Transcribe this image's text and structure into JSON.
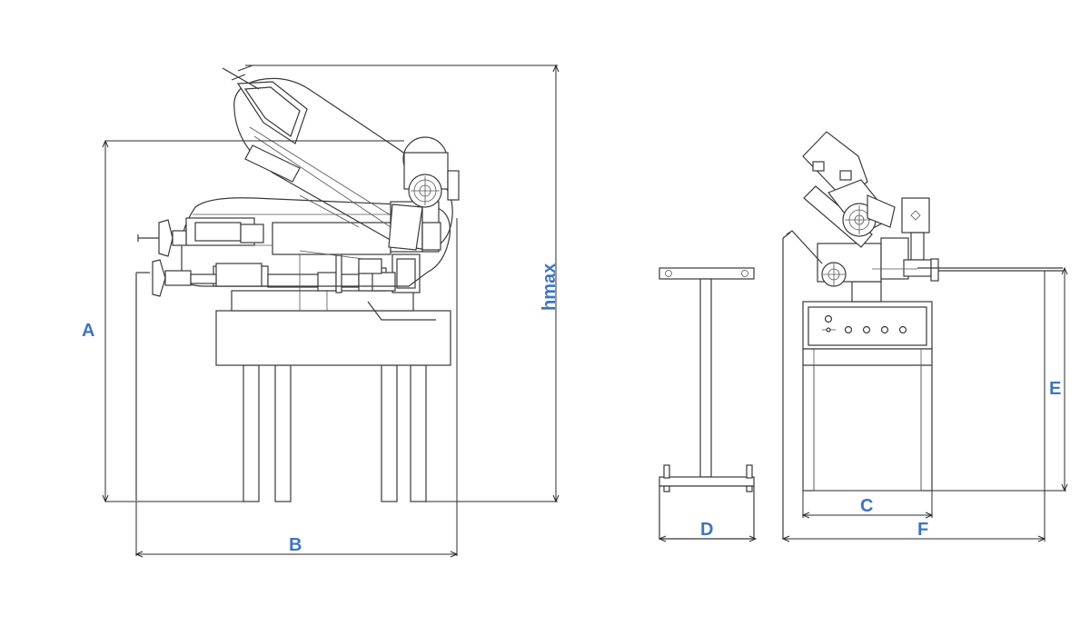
{
  "accent_color": "#3f74c0",
  "line_color": "#3a3a3a",
  "dimension_labels": {
    "a": "A",
    "b": "B",
    "hmax": "hmax",
    "c": "C",
    "d": "D",
    "e": "E",
    "f": "F"
  }
}
